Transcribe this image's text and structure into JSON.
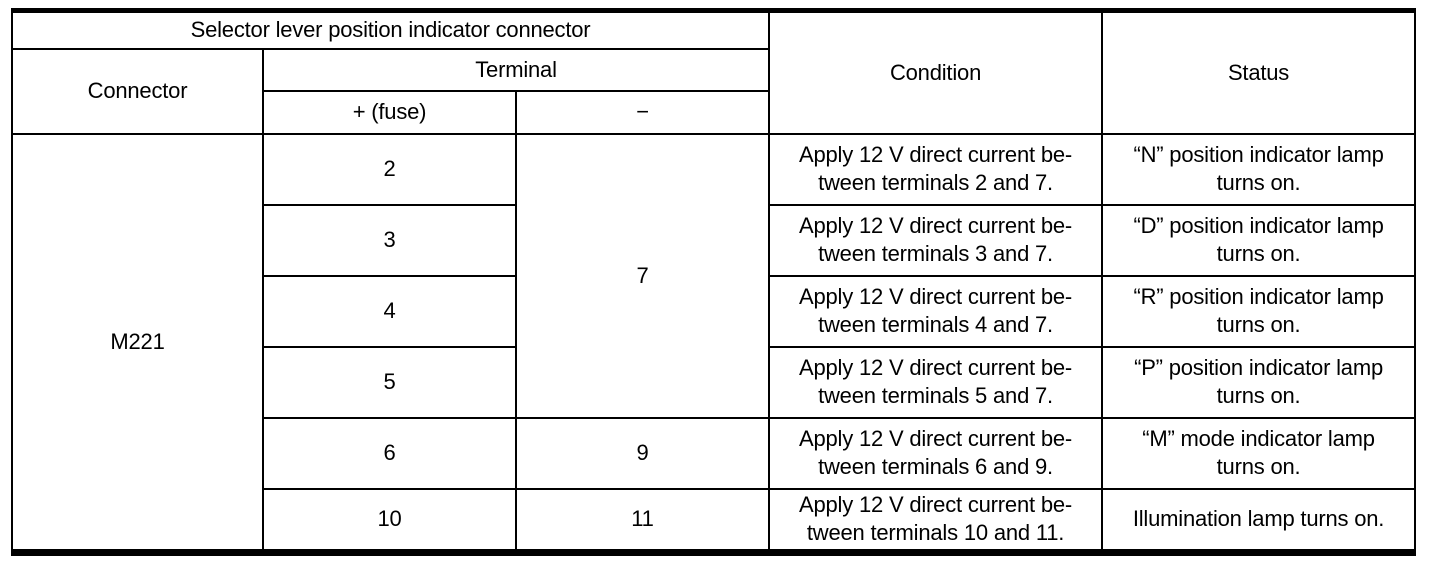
{
  "table": {
    "header": {
      "group_title": "Selector lever position indicator connector",
      "connector": "Connector",
      "terminal": "Terminal",
      "plus_fuse": "+ (fuse)",
      "minus": "−",
      "condition": "Condition",
      "status": "Status"
    },
    "connector_value": "M221",
    "shared_minus": "7",
    "rows": [
      {
        "plus": "2",
        "condition": "Apply 12 V direct current be-\ntween terminals 2 and 7.",
        "status": "“N” position indicator lamp\nturns on."
      },
      {
        "plus": "3",
        "condition": "Apply 12 V direct current be-\ntween terminals 3 and 7.",
        "status": "“D” position indicator lamp\nturns on."
      },
      {
        "plus": "4",
        "condition": "Apply 12 V direct current be-\ntween terminals 4 and 7.",
        "status": "“R” position indicator lamp\nturns on."
      },
      {
        "plus": "5",
        "condition": "Apply 12 V direct current be-\ntween terminals 5 and 7.",
        "status": "“P” position indicator lamp\nturns on."
      },
      {
        "plus": "6",
        "minus": "9",
        "condition": "Apply 12 V direct current be-\ntween terminals 6 and 9.",
        "status": "“M” mode indicator lamp\nturns on."
      },
      {
        "plus": "10",
        "minus": "11",
        "condition": "Apply 12 V direct current be-\ntween terminals 10 and 11.",
        "status": "Illumination lamp turns on."
      }
    ]
  }
}
